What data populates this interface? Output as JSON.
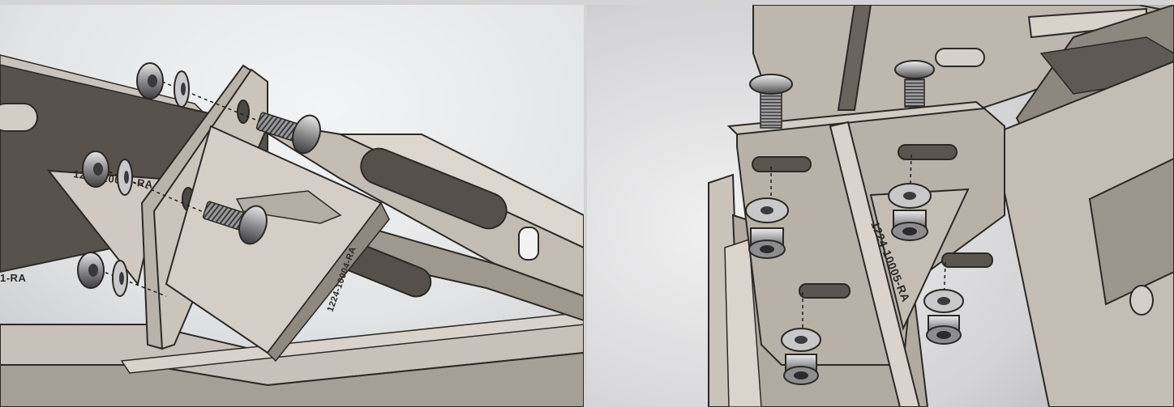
{
  "views": {
    "left": {
      "part_labels": [
        "1224-10005-RA",
        "1-RA",
        "1224-10004-RA"
      ]
    },
    "right": {
      "part_labels": [
        "1224-10005-RA"
      ]
    }
  },
  "colors": {
    "background_light": "#f2f3f4",
    "background_dark": "#bfbfc2",
    "metal_light": "#cbc5bd",
    "metal_mid": "#aaa39a",
    "metal_dark": "#5a554f",
    "edge": "#2d2b28",
    "hardware": "#b4b4b6"
  }
}
